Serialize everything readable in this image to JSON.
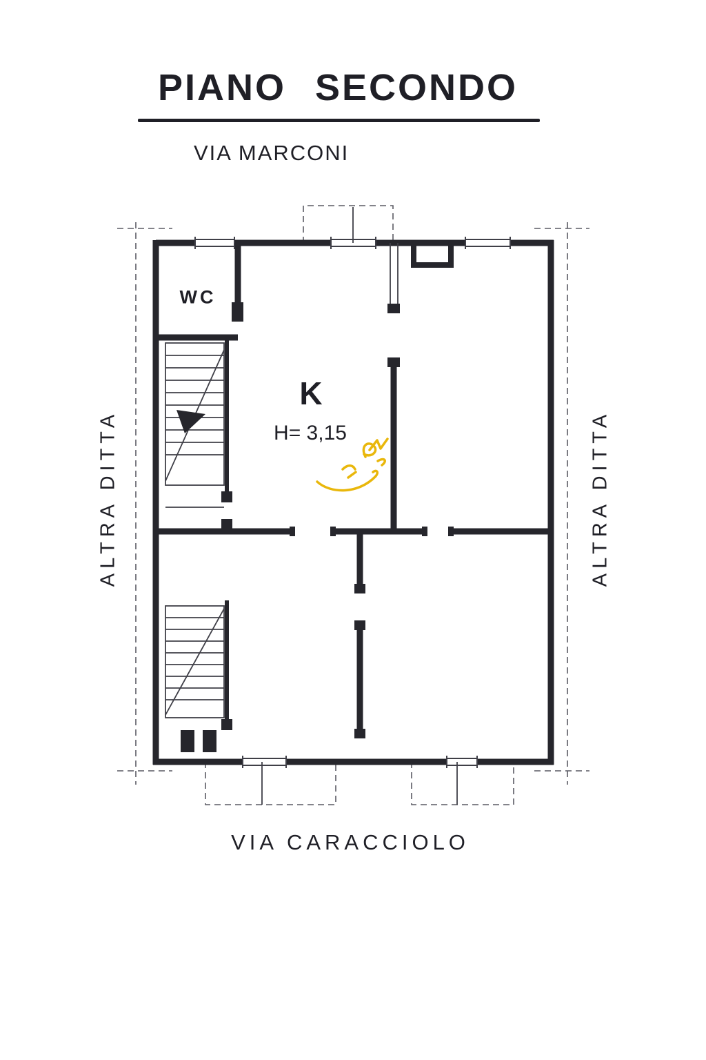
{
  "page": {
    "title": "PIANO SECONDO",
    "street_top": "VIA MARCONI",
    "street_bottom": "VIA  CARACCIOLO",
    "boundary_left": "ALTRA DITTA",
    "boundary_right": "ALTRA DITTA"
  },
  "rooms": {
    "wc": "WC",
    "kitchen": "K",
    "kitchen_height": "H= 3,15"
  },
  "colors": {
    "background": "#ffffff",
    "text": "#1f1f26",
    "wall": "#26262c",
    "thin-line": "#3f3f47",
    "dashed-line": "#5a5a63",
    "accent": "#e9b70b"
  }
}
